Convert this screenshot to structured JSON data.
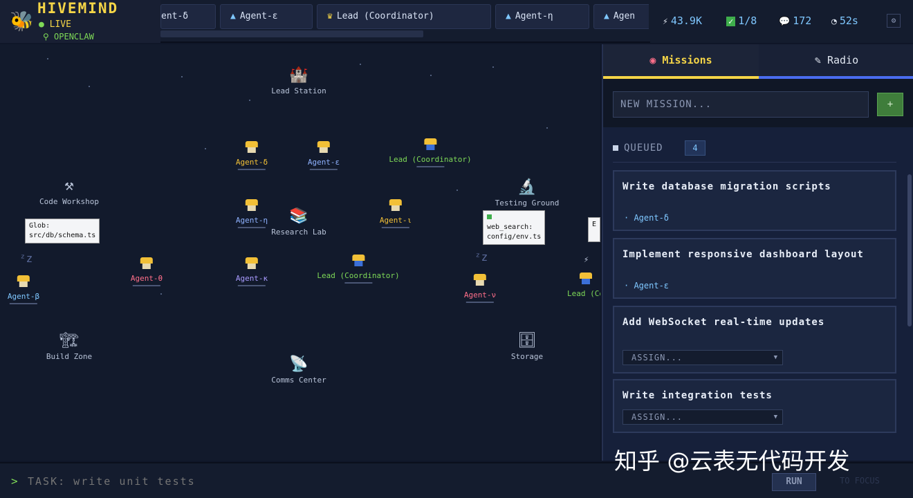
{
  "brand": {
    "title": "HIVEMIND",
    "status": "LIVE",
    "subtitle": "OPENCLAW",
    "logo_icon": "bee-icon"
  },
  "tabs": [
    {
      "label": "ent-δ",
      "icon": "agent-icon"
    },
    {
      "label": "Agent-ε",
      "icon": "agent-icon"
    },
    {
      "label": "Lead (Coordinator)",
      "icon": "crown-icon"
    },
    {
      "label": "Agent-η",
      "icon": "agent-icon"
    },
    {
      "label": "Agen",
      "icon": "agent-icon"
    }
  ],
  "stats": {
    "tokens": "43.9K",
    "completed": "1/8",
    "messages": "172",
    "uptime": "52s"
  },
  "map": {
    "stations": {
      "lead": "Lead Station",
      "code": "Code Workshop",
      "research": "Research Lab",
      "testing": "Testing Ground",
      "build": "Build Zone",
      "storage": "Storage",
      "comms": "Comms Center"
    },
    "agents": {
      "delta": "Agent-δ",
      "epsilon": "Agent-ε",
      "lead1": "Lead (Coordinator)",
      "eta": "Agent-η",
      "iota": "Agent-ι",
      "beta": "Agent-β",
      "theta": "Agent-θ",
      "kappa": "Agent-κ",
      "lead2": "Lead (Coordinator)",
      "nu": "Agent-ν",
      "lead3": "Lead (Coord"
    },
    "tooltips": {
      "glob_line1": "Glob:",
      "glob_line2": "src/db/schema.ts",
      "web_line1": "web_search:",
      "web_line2": "config/env.ts",
      "edge": "E"
    }
  },
  "panel": {
    "tabs": {
      "missions": "Missions",
      "radio": "Radio"
    },
    "new_mission_placeholder": "NEW MISSION...",
    "add_label": "+",
    "queued_label": "QUEUED",
    "queued_count": "4",
    "missions": [
      {
        "title": "Write database migration scripts",
        "assignee": "Agent-δ"
      },
      {
        "title": "Implement responsive dashboard layout",
        "assignee": "Agent-ε"
      },
      {
        "title": "Add WebSocket real-time updates",
        "assign": "ASSIGN..."
      },
      {
        "title": "Write integration tests",
        "assign": "ASSIGN..."
      }
    ]
  },
  "bottom": {
    "prompt": ">",
    "task_placeholder": "TASK: write unit tests",
    "run_label": "RUN",
    "focus_hint": "TO FOCUS"
  },
  "watermark": "知乎 @云表无代码开发"
}
